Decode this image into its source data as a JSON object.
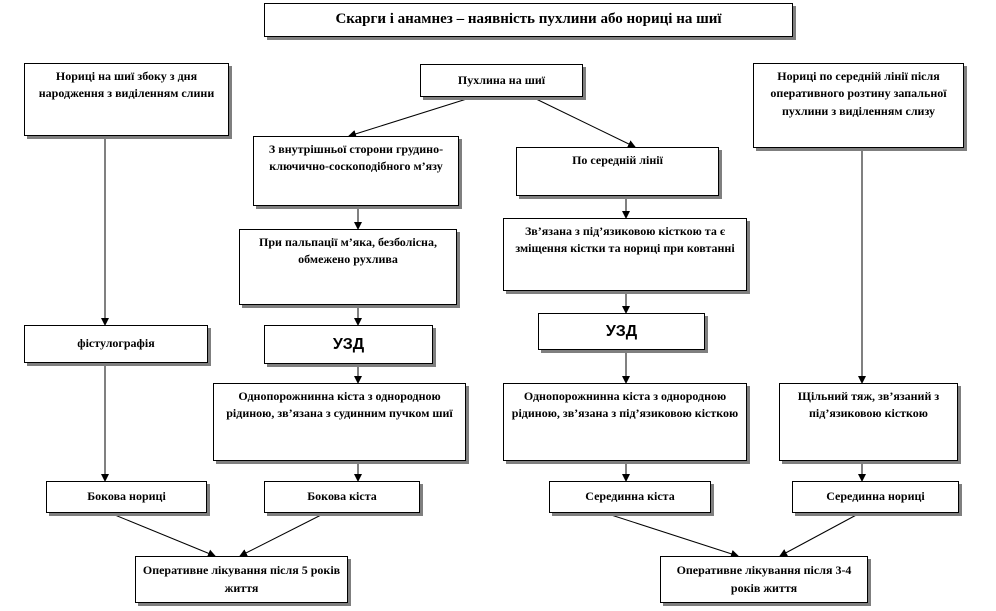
{
  "diagram": {
    "title": "Скарги і анамнез – наявність пухлини або нориці на шиї",
    "nodes": {
      "left_fistula": "Нориці на шиї збоку з дня народження з виділенням слини",
      "center_tumor": "Пухлина на шиї",
      "right_fistula": "Нориці по середній лінії після оперативного розтину запальної пухлини з виділенням слизу",
      "inner_side": "З внутрішньої сторони грудино-ключично-соскоподібного м’язу",
      "midline": "По середній лінії",
      "palpation": "При пальпації м’яка, безболісна, обмежено рухлива",
      "hyoid": "Зв’язана з під’язиковою кісткою та є зміщення кістки та нориці при ковтанні",
      "fistulography": "фістулографія",
      "uzd_left": "УЗД",
      "uzd_right": "УЗД",
      "cyst_vascular": "Однопорожнинна кіста з однородною рідиною, зв’язана з судинним пучком шиї",
      "cyst_hyoid": "Однопорожнинна кіста з однородною рідиною, зв’язана з під’язиковою кісткою",
      "dense_tract": "Щільний тяж, зв’язаний з під’язиковою кісткою",
      "lateral_fistula": "Бокова нориці",
      "lateral_cyst": "Бокова кіста",
      "median_cyst": "Серединна кіста",
      "median_fistula": "Серединна нориці",
      "surgery_5": "Оперативне лікування після 5 років життя",
      "surgery_3_4": "Оперативне лікування після 3-4 років життя"
    }
  }
}
